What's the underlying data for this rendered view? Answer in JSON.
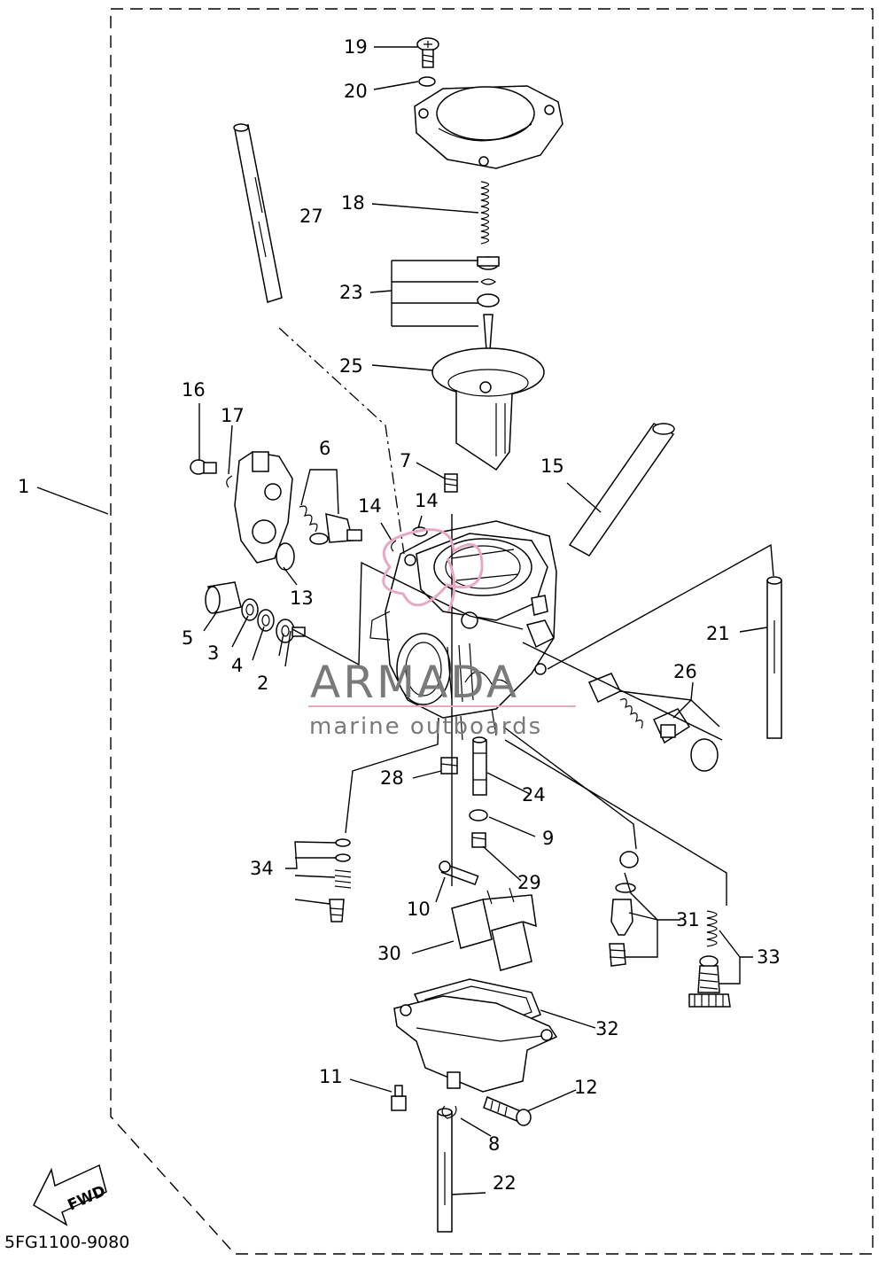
{
  "labels": {
    "l1": "1",
    "l2": "2",
    "l3": "3",
    "l4": "4",
    "l5": "5",
    "l6": "6",
    "l7": "7",
    "l8": "8",
    "l9": "9",
    "l10": "10",
    "l11": "11",
    "l12": "12",
    "l13": "13",
    "l14a": "14",
    "l14b": "14",
    "l15": "15",
    "l16": "16",
    "l17": "17",
    "l18": "18",
    "l19": "19",
    "l20": "20",
    "l21": "21",
    "l22": "22",
    "l23": "23",
    "l24": "24",
    "l25": "25",
    "l26": "26",
    "l27": "27",
    "l28": "28",
    "l29": "29",
    "l30": "30",
    "l31": "31",
    "l32": "32",
    "l33": "33",
    "l34": "34"
  },
  "fwd_label": "FWD",
  "diagram_code": "5FG1100-9080",
  "watermark": {
    "brand": "ARMADA",
    "tagline": "marine outboards",
    "brand_color": "#e8a7c4",
    "text_color": "#7a7a7a"
  }
}
